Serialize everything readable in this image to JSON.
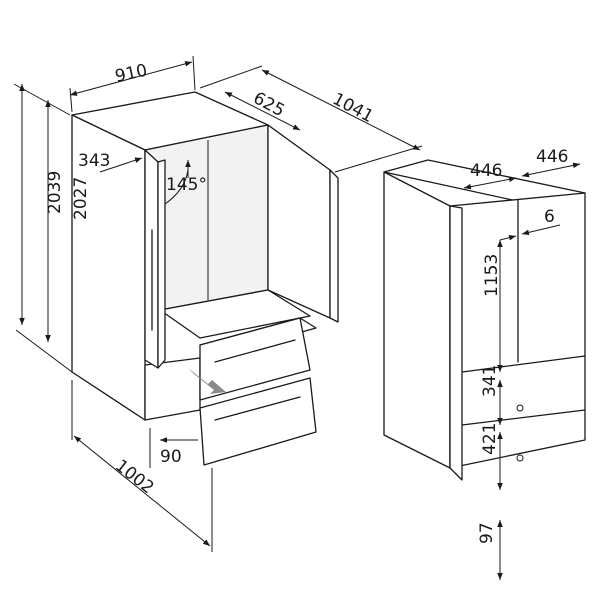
{
  "dimensions": {
    "width_top": "910",
    "depth_body": "625",
    "depth_open": "1041",
    "door_width": "343",
    "door_angle": "145°",
    "height_total": "2039",
    "height_body": "2027",
    "depth_drawer_open": "1002",
    "drawer_offset": "90",
    "half_width_left": "446",
    "half_width_right": "446",
    "gap": "6",
    "fridge_height": "1153",
    "drawer_upper": "341",
    "drawer_lower": "421",
    "plinth": "97"
  },
  "colors": {
    "line": "#1a1a1a",
    "background": "#ffffff",
    "shade": "#f2f2f2",
    "arrow_grey": "#8a8a8a"
  },
  "icons": {
    "drawer_pull_arrow": "grey-arrow-icon"
  }
}
